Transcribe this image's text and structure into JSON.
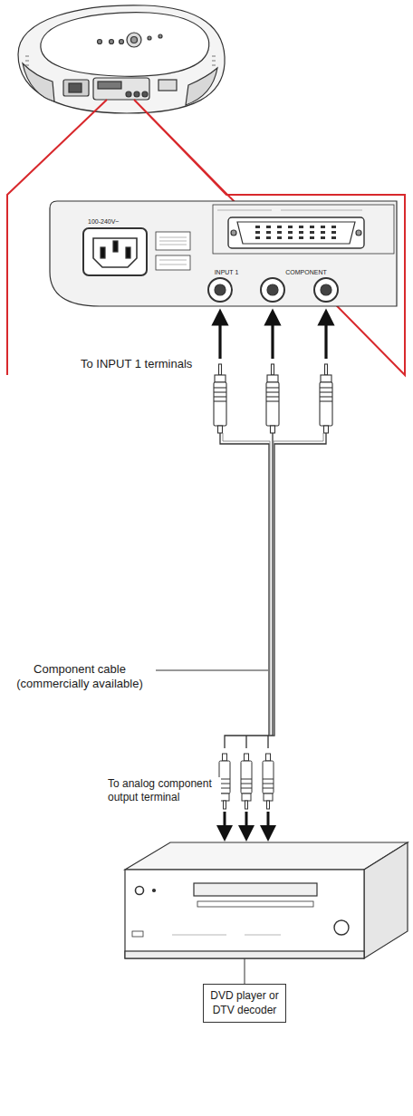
{
  "diagram": {
    "nodes": [
      {
        "text": [
          "DVD player or DTV decoder"
        ]
      }
    ],
    "edges": [],
    "labels": [
      "To INPUT 1 terminals",
      "Component cable (commercially available)",
      "To analog component output terminal",
      "100-240V~",
      "INPUT 1",
      "COMPONENT"
    ]
  }
}
